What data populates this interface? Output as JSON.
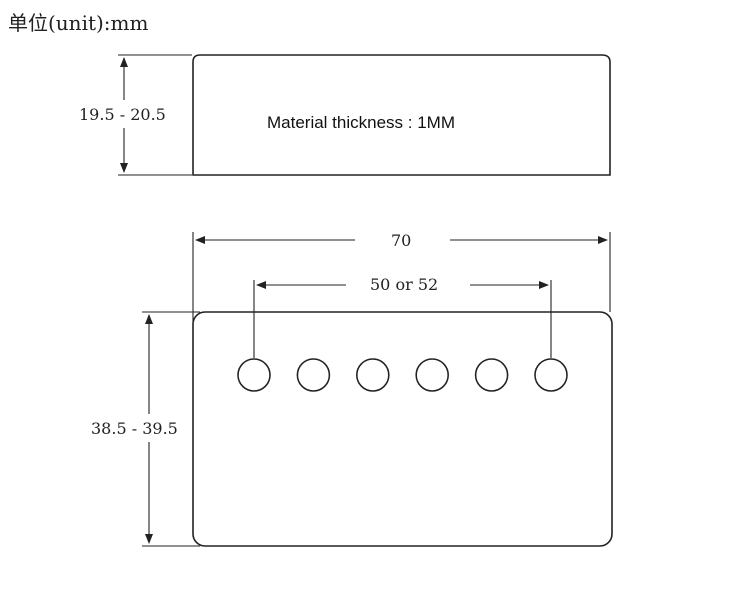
{
  "unit_label": "单位(unit):mm",
  "side_view": {
    "height_label": "19.5 - 20.5",
    "note": "Material thickness : 1MM"
  },
  "top_view": {
    "width_label": "70",
    "hole_span_label": "50 or 52",
    "height_label": "38.5 - 39.5",
    "hole_count": 6
  },
  "colors": {
    "line": "#222222",
    "background": "#ffffff"
  }
}
